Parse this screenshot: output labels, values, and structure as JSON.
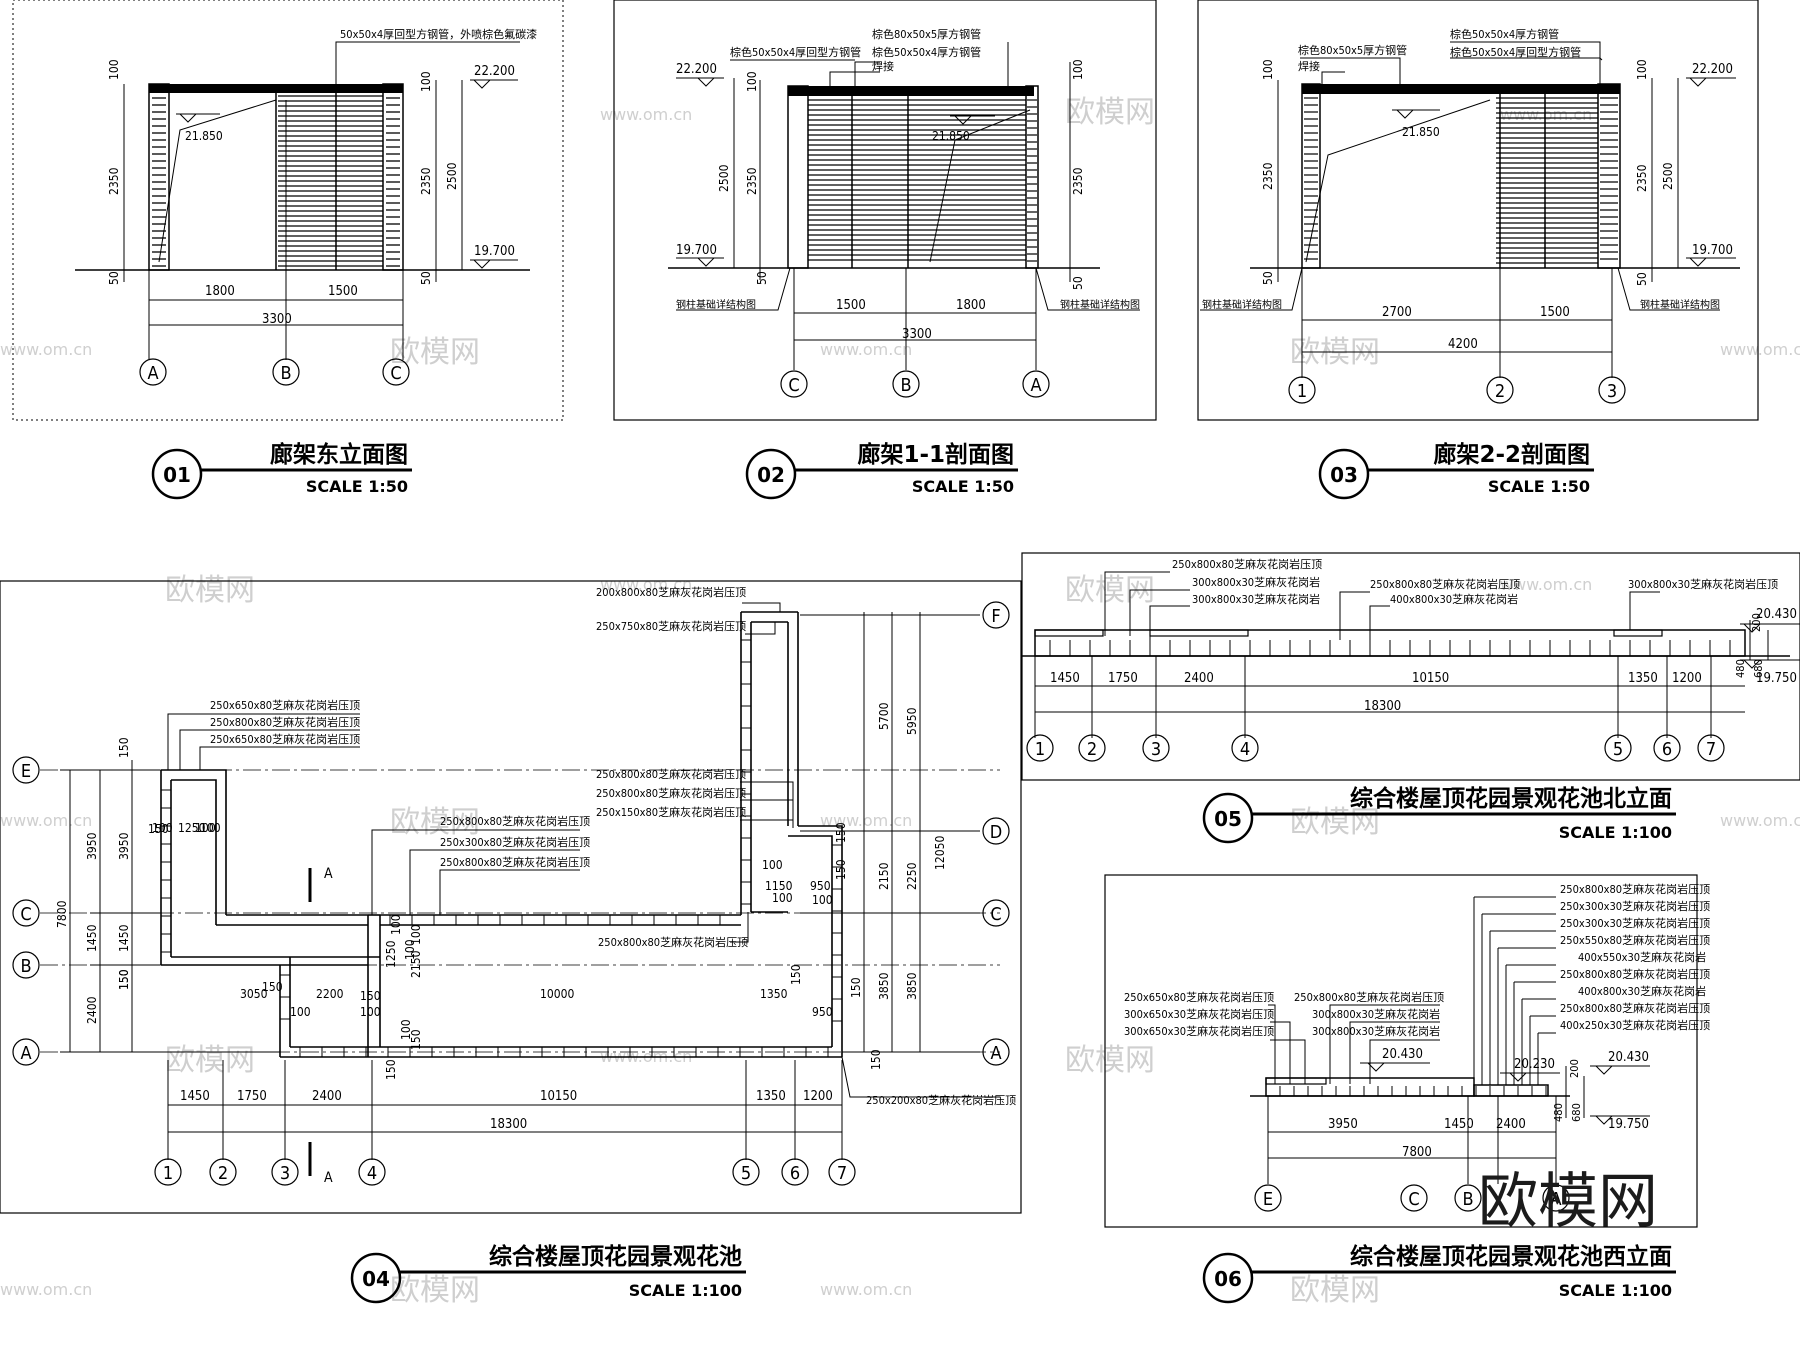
{
  "watermark": {
    "logo": "欧模网",
    "small_text": "www.om.cn"
  },
  "panels": [
    {
      "number": "01",
      "title": "廊架东立面图",
      "scale": "SCALE 1:50",
      "note_top": "50x50x4厚回型方钢管，外喷棕色氟碳漆",
      "level_top": "22.200",
      "level_mid": "21.850",
      "level_bottom": "19.700",
      "dims_left": [
        "100",
        "2350",
        "50"
      ],
      "dims_right": [
        "100",
        "2350",
        "50",
        "2500"
      ],
      "dims_bottom": [
        "1800",
        "1500",
        "3300"
      ],
      "axes": [
        "A",
        "B",
        "C"
      ]
    },
    {
      "number": "02",
      "title": "廊架1-1剖面图",
      "scale": "SCALE 1:50",
      "note_top_1": "棕色80x50x5厚方钢管",
      "note_top_2": "棕色50x50x4厚方钢管",
      "note_top_3": "棕色50x50x4厚回型方钢管",
      "note_top_4": "焊接",
      "level_top": "22.200",
      "level_mid": "21.850",
      "level_bottom": "19.700",
      "dims_left": [
        "100",
        "2500",
        "2350",
        "50"
      ],
      "dims_right": [
        "100",
        "2350",
        "50"
      ],
      "dims_bottom": [
        "1500",
        "1800",
        "3300"
      ],
      "note_left": "钢柱基础详结构图",
      "note_right": "钢柱基础详结构图",
      "axes": [
        "C",
        "B",
        "A"
      ]
    },
    {
      "number": "03",
      "title": "廊架2-2剖面图",
      "scale": "SCALE 1:50",
      "note_top_1": "棕色50x50x4厚方钢管",
      "note_top_2": "棕色80x50x5厚方钢管",
      "note_top_3": "棕色50x50x4厚回型方钢管",
      "note_top_4": "焊接",
      "level_top": "22.200",
      "level_mid": "21.850",
      "level_bottom": "19.700",
      "dims_left": [
        "100",
        "2350",
        "50"
      ],
      "dims_right": [
        "100",
        "2350",
        "50",
        "2500"
      ],
      "dims_bottom": [
        "2700",
        "1500",
        "4200"
      ],
      "note_left": "钢柱基础详结构图",
      "note_right": "钢柱基础详结构图",
      "axes": [
        "1",
        "2",
        "3"
      ]
    },
    {
      "number": "04",
      "title": "综合楼屋顶花园景观花池",
      "scale": "SCALE 1:100",
      "labels_top": [
        "200x800x80芝麻灰花岗岩压顶",
        "250x750x80芝麻灰花岗岩压顶"
      ],
      "labels_left": [
        "250x650x80芝麻灰花岗岩压顶",
        "250x800x80芝麻灰花岗岩压顶",
        "250x650x80芝麻灰花岗岩压顶"
      ],
      "labels_mid": [
        "250x800x80芝麻灰花岗岩压顶",
        "250x300x80芝麻灰花岗岩压顶",
        "250x800x80芝麻灰花岗岩压顶"
      ],
      "labels_right": [
        "250x800x80芝麻灰花岗岩压顶",
        "250x800x80芝麻灰花岗岩压顶",
        "250x150x80芝麻灰花岗岩压顶"
      ],
      "label_low": "250x800x80芝麻灰花岗岩压顶",
      "label_bottom": "250x200x80芝麻灰花岗岩压顶",
      "axes_h": [
        "E",
        "C",
        "B",
        "A"
      ],
      "axes_h_right": [
        "F",
        "D",
        "C",
        "A"
      ],
      "axes_v": [
        "1",
        "2",
        "3",
        "4",
        "5",
        "6",
        "7"
      ],
      "dims_bottom": [
        "1450",
        "1750",
        "2400",
        "10150",
        "1350",
        "1200"
      ],
      "dim_total": "18300",
      "dims_left": [
        "3950",
        "1450",
        "2400",
        "7800"
      ],
      "dims_left_inner": [
        "150",
        "3950",
        "150",
        "1450",
        "150"
      ],
      "dims_right": [
        "5700",
        "5950",
        "2150",
        "2250",
        "3850",
        "3850",
        "12050"
      ],
      "dims_inner": [
        "1250",
        "100",
        "100",
        "150",
        "100",
        "3050",
        "150",
        "2200",
        "150",
        "100",
        "100",
        "10000",
        "1350",
        "150",
        "950",
        "150",
        "100",
        "1150",
        "950",
        "100",
        "100",
        "150",
        "150",
        "1250",
        "100",
        "2150",
        "100",
        "150",
        "150",
        "100",
        "100",
        "150"
      ],
      "section_mark": "A"
    },
    {
      "number": "05",
      "title": "综合楼屋顶花园景观花池北立面",
      "scale": "SCALE 1:100",
      "labels": [
        "250x800x80芝麻灰花岗岩压顶",
        "300x800x30芝麻灰花岗岩",
        "300x800x30芝麻灰花岗岩",
        "250x800x80芝麻灰花岗岩压顶",
        "400x800x30芝麻灰花岗岩",
        "300x800x30芝麻灰花岗岩压顶"
      ],
      "dims": [
        "1450",
        "1750",
        "2400",
        "10150",
        "1350",
        "1200"
      ],
      "dim_total": "18300",
      "dims_right": [
        "200",
        "480",
        "680"
      ],
      "level_top": "20.430",
      "level_bottom": "19.750",
      "axes": [
        "1",
        "2",
        "3",
        "4",
        "5",
        "6",
        "7"
      ]
    },
    {
      "number": "06",
      "title": "综合楼屋顶花园景观花池西立面",
      "scale": "SCALE 1:100",
      "labels_left": [
        "250x650x80芝麻灰花岗岩压顶",
        "300x650x30芝麻灰花岗岩压顶",
        "300x650x30芝麻灰花岗岩压顶"
      ],
      "labels_mid": [
        "250x800x80芝麻灰花岗岩压顶",
        "300x800x30芝麻灰花岗岩",
        "300x800x30芝麻灰花岗岩"
      ],
      "labels_right": [
        "250x800x80芝麻灰花岗岩压顶",
        "250x300x30芝麻灰花岗岩压顶",
        "250x300x30芝麻灰花岗岩压顶",
        "250x550x80芝麻灰花岗岩压顶",
        "400x550x30芝麻灰花岗岩",
        "250x800x80芝麻灰花岗岩压顶",
        "400x800x30芝麻灰花岗岩",
        "250x800x80芝麻灰花岗岩压顶",
        "400x250x30芝麻灰花岗岩压顶"
      ],
      "levels": [
        "20.430",
        "20.230",
        "20.430",
        "19.750"
      ],
      "dims": [
        "3950",
        "1450",
        "2400",
        "7800"
      ],
      "dims_right": [
        "200",
        "480",
        "680"
      ],
      "axes": [
        "E",
        "C",
        "B",
        "A"
      ]
    }
  ]
}
